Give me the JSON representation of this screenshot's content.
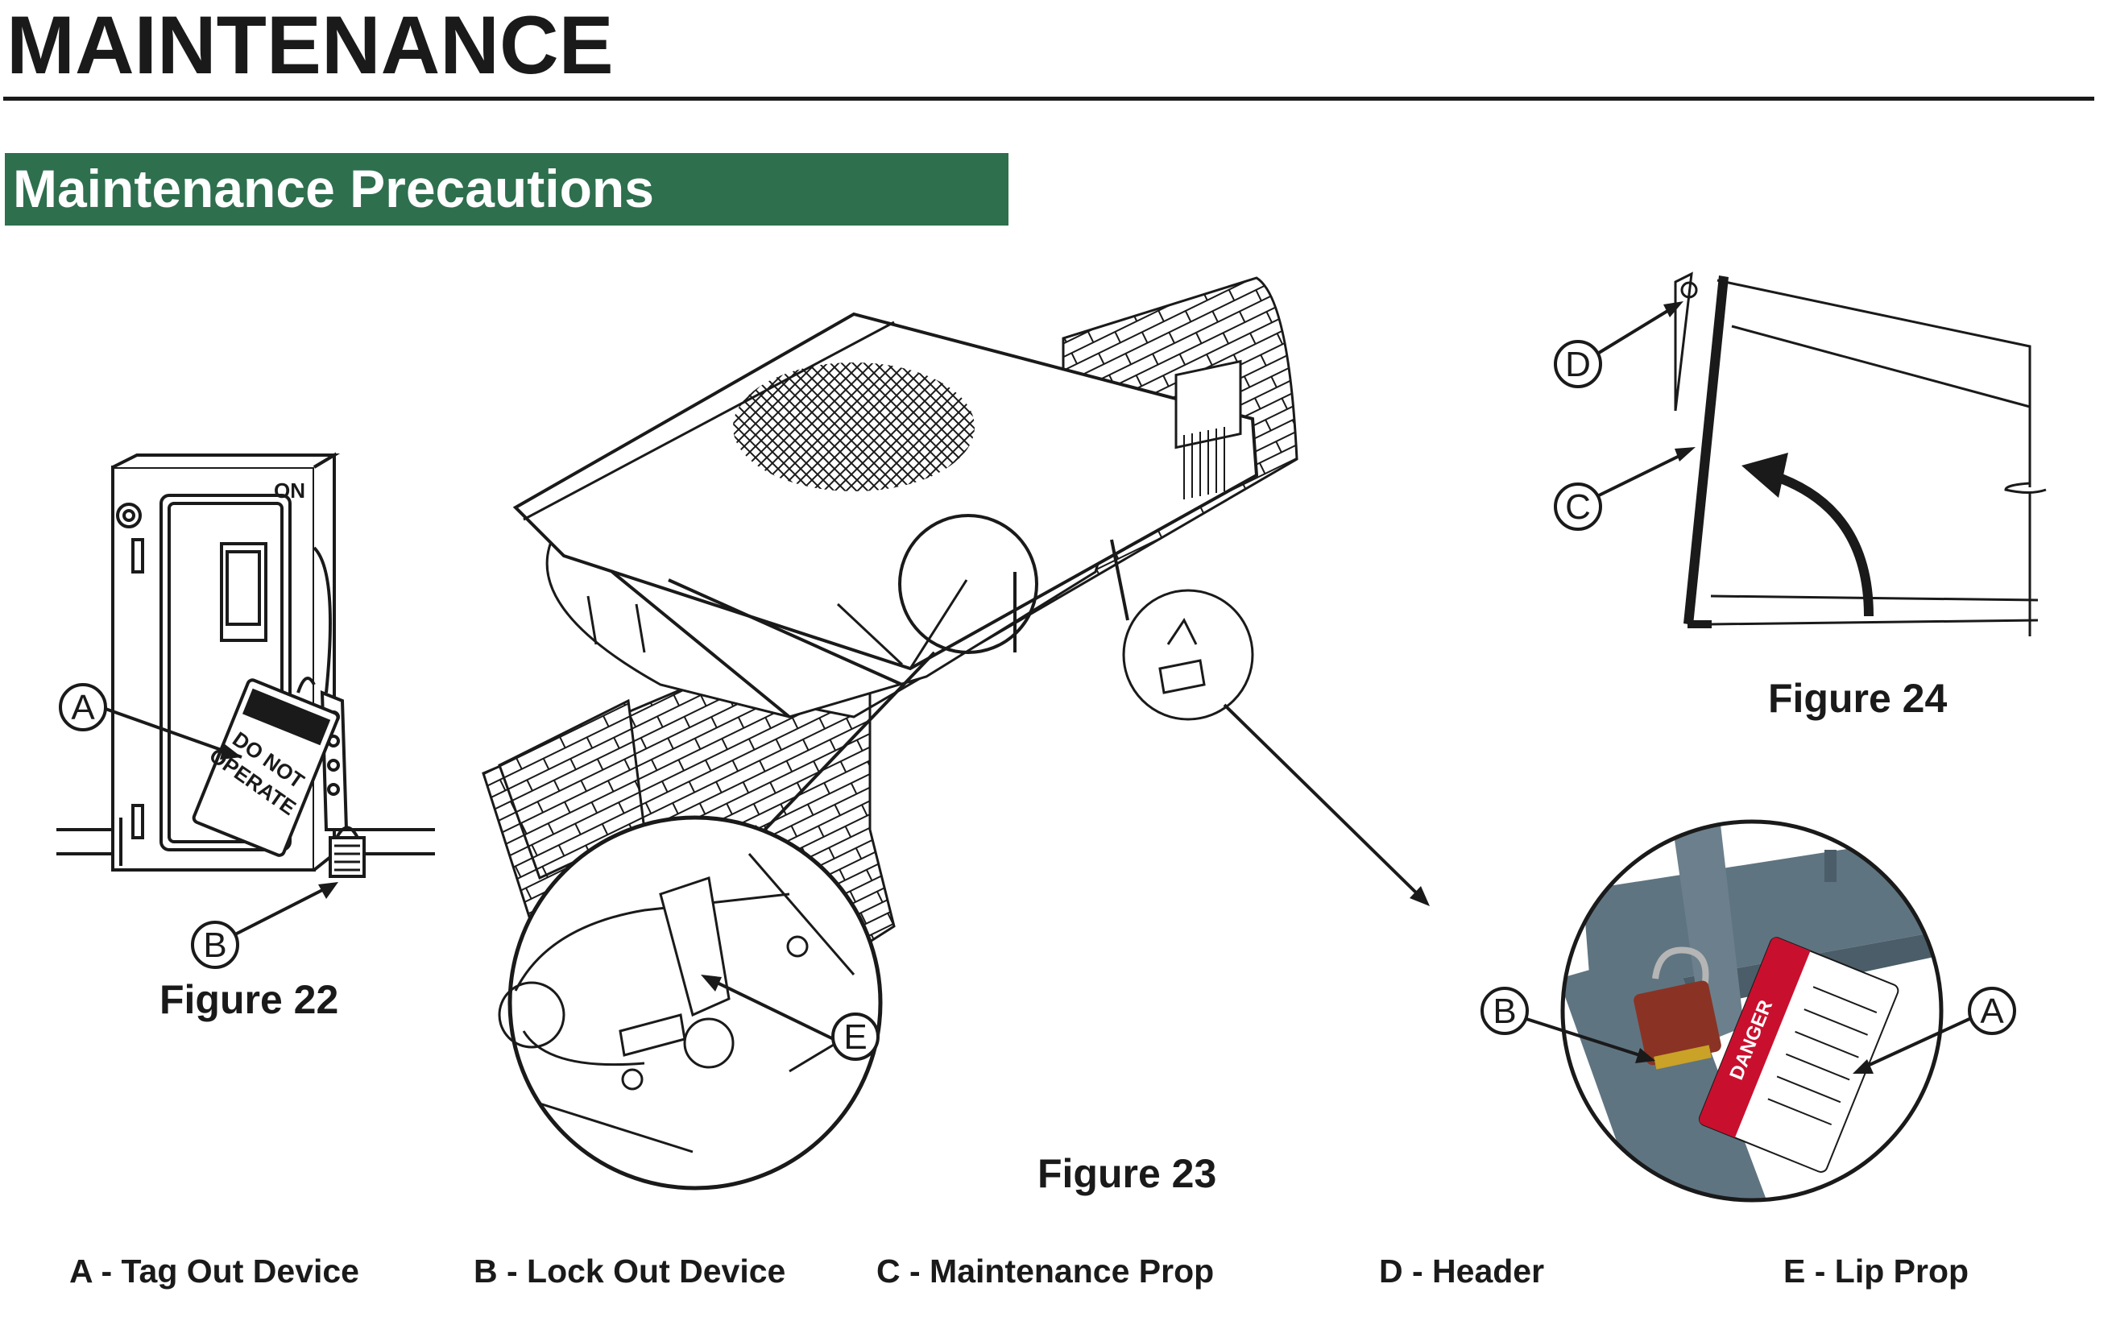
{
  "header": {
    "title": "MAINTENANCE"
  },
  "section": {
    "title": "Maintenance Precautions"
  },
  "figures": {
    "fig22": {
      "caption": "Figure 22",
      "switch_label": "ON",
      "tag_text_1": "DO NOT",
      "tag_text_2": "OPERATE"
    },
    "fig23": {
      "caption": "Figure 23",
      "danger_text": "DANGER"
    },
    "fig24": {
      "caption": "Figure 24"
    }
  },
  "callouts": {
    "a": "A",
    "b": "B",
    "c": "C",
    "d": "D",
    "e": "E"
  },
  "legend": {
    "a": "A - Tag Out Device",
    "b": "B - Lock Out Device",
    "c": "C - Maintenance Prop",
    "d": "D - Header",
    "e": "E - Lip Prop"
  },
  "colors": {
    "banner": "#2e6f4e",
    "steel": "#5f7481",
    "lock": "#8a3324",
    "danger": "#c8102e"
  }
}
